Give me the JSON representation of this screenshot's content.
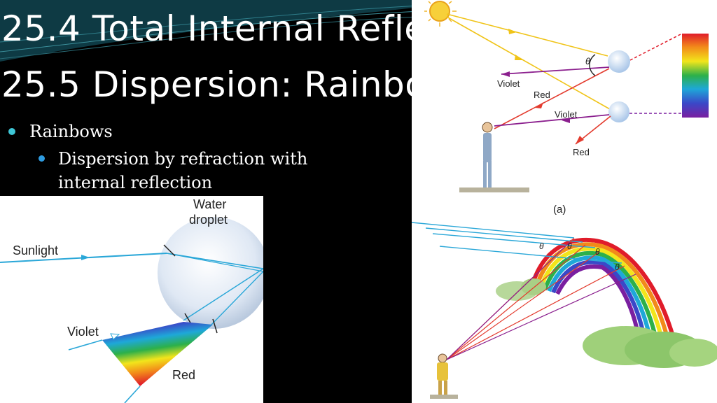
{
  "slide": {
    "title_line1": "25.4 Total Internal Refle",
    "title_line2": "25.5 Dispersion: Rainbo",
    "bullet1": "Rainbows",
    "bullet2": "Dispersion by refraction with internal reflection"
  },
  "fig_droplet": {
    "water_droplet_line1": "Water",
    "water_droplet_line2": "droplet",
    "sunlight": "Sunlight",
    "violet": "Violet",
    "red": "Red"
  },
  "fig_rainbow_a": {
    "theta": "θ",
    "violet_top": "Violet",
    "red_top": "Red",
    "violet_bottom": "Violet",
    "red_bottom": "Red",
    "caption": "(a)"
  },
  "fig_rainbow_b": {
    "theta": "θ"
  },
  "colors": {
    "accent_bullet": "#3ec6d6",
    "ray_blue": "#2aa7d8",
    "ray_red": "#e33b2e",
    "ray_violet": "#8b1f8e",
    "ray_yellow": "#f0c419"
  }
}
